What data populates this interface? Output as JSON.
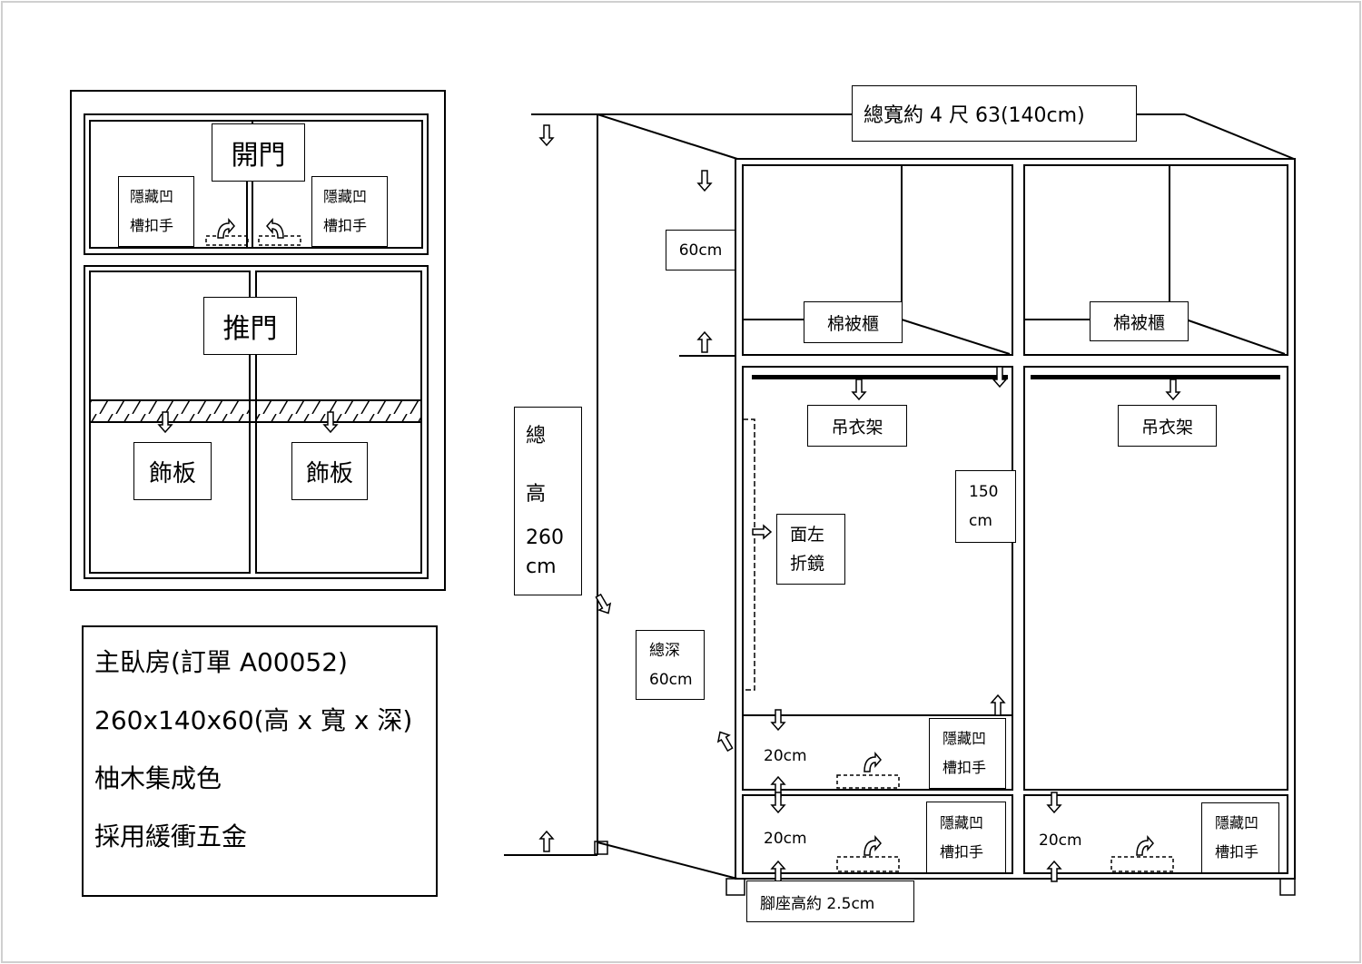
{
  "front_view": {
    "upper": {
      "door_type": "開門",
      "handle_left": [
        "隱藏凹",
        "槽扣手"
      ],
      "handle_right": [
        "隱藏凹",
        "槽扣手"
      ]
    },
    "lower": {
      "door_type": "推門",
      "panel_left": "飾板",
      "panel_right": "飾板"
    }
  },
  "order_info": {
    "lines": [
      "主臥房(訂單 A00052)",
      "260x140x60(高 x 寬 x 深)",
      "柚木集成色",
      "採用緩衝五金"
    ]
  },
  "side_view": {
    "total_width": "總寬約 4 尺 63(140cm)",
    "total_height": [
      "總",
      "高",
      "260",
      "cm"
    ],
    "top_height": "60cm",
    "hanging_height": [
      "150",
      "cm"
    ],
    "depth": [
      "總深",
      "60cm"
    ],
    "plinth": "腳座高約 2.5cm",
    "quilt_cabinet_left": "棉被櫃",
    "quilt_cabinet_right": "棉被櫃",
    "hanger_left": "吊衣架",
    "hanger_right": "吊衣架",
    "mirror": [
      "面左",
      "折鏡"
    ],
    "drawer_heights": [
      "20cm",
      "20cm",
      "20cm"
    ],
    "drawer_handle": [
      "隱藏凹",
      "槽扣手"
    ]
  }
}
